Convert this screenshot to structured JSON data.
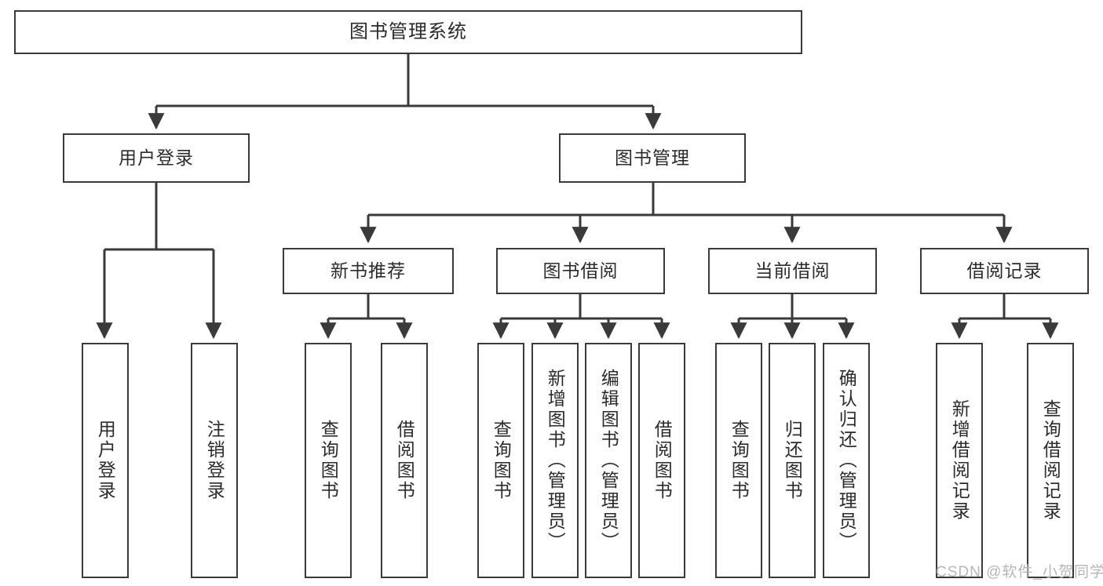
{
  "diagram": {
    "type": "tree-hierarchy-chart",
    "title": "图书管理系统",
    "stroke_color": "#3a3a3a",
    "fill_color": "#ffffff",
    "text_color": "#2b2b2b",
    "nodes": {
      "root": {
        "label": "图书管理系统",
        "level": 1,
        "orientation": "horizontal"
      },
      "l2": [
        {
          "id": "user-login",
          "label": "用户登录",
          "level": 2,
          "orientation": "horizontal"
        },
        {
          "id": "book-manage",
          "label": "图书管理",
          "level": 2,
          "orientation": "horizontal"
        }
      ],
      "l3": [
        {
          "id": "new-book-rec",
          "label": "新书推荐",
          "level": 3,
          "orientation": "horizontal"
        },
        {
          "id": "book-borrow",
          "label": "图书借阅",
          "level": 3,
          "orientation": "horizontal"
        },
        {
          "id": "current-borrow",
          "label": "当前借阅",
          "level": 3,
          "orientation": "horizontal"
        },
        {
          "id": "borrow-record",
          "label": "借阅记录",
          "level": 3,
          "orientation": "horizontal"
        }
      ],
      "leaves": [
        {
          "id": "leaf-user-login",
          "label": "用户登录",
          "parent": "user-login",
          "orientation": "vertical"
        },
        {
          "id": "leaf-logout",
          "label": "注销登录",
          "parent": "user-login",
          "orientation": "vertical"
        },
        {
          "id": "leaf-query-book-1",
          "label": "查询图书",
          "parent": "new-book-rec",
          "orientation": "vertical"
        },
        {
          "id": "leaf-borrow-book-1",
          "label": "借阅图书",
          "parent": "new-book-rec",
          "orientation": "vertical"
        },
        {
          "id": "leaf-query-book-2",
          "label": "查询图书",
          "parent": "book-borrow",
          "orientation": "vertical"
        },
        {
          "id": "leaf-add-book",
          "label": "新增图书（管理员）",
          "parent": "book-borrow",
          "orientation": "vertical"
        },
        {
          "id": "leaf-edit-book",
          "label": "编辑图书（管理员）",
          "parent": "book-borrow",
          "orientation": "vertical"
        },
        {
          "id": "leaf-borrow-book-2",
          "label": "借阅图书",
          "parent": "book-borrow",
          "orientation": "vertical"
        },
        {
          "id": "leaf-query-book-3",
          "label": "查询图书",
          "parent": "current-borrow",
          "orientation": "vertical"
        },
        {
          "id": "leaf-return-book",
          "label": "归还图书",
          "parent": "current-borrow",
          "orientation": "vertical"
        },
        {
          "id": "leaf-confirm-return",
          "label": "确认归还（管理员）",
          "parent": "current-borrow",
          "orientation": "vertical"
        },
        {
          "id": "leaf-add-record",
          "label": "新增借阅记录",
          "parent": "borrow-record",
          "orientation": "vertical"
        },
        {
          "id": "leaf-query-record",
          "label": "查询借阅记录",
          "parent": "borrow-record",
          "orientation": "vertical"
        }
      ]
    }
  },
  "watermark": {
    "text": "CSDN @软件_小贺同学"
  }
}
